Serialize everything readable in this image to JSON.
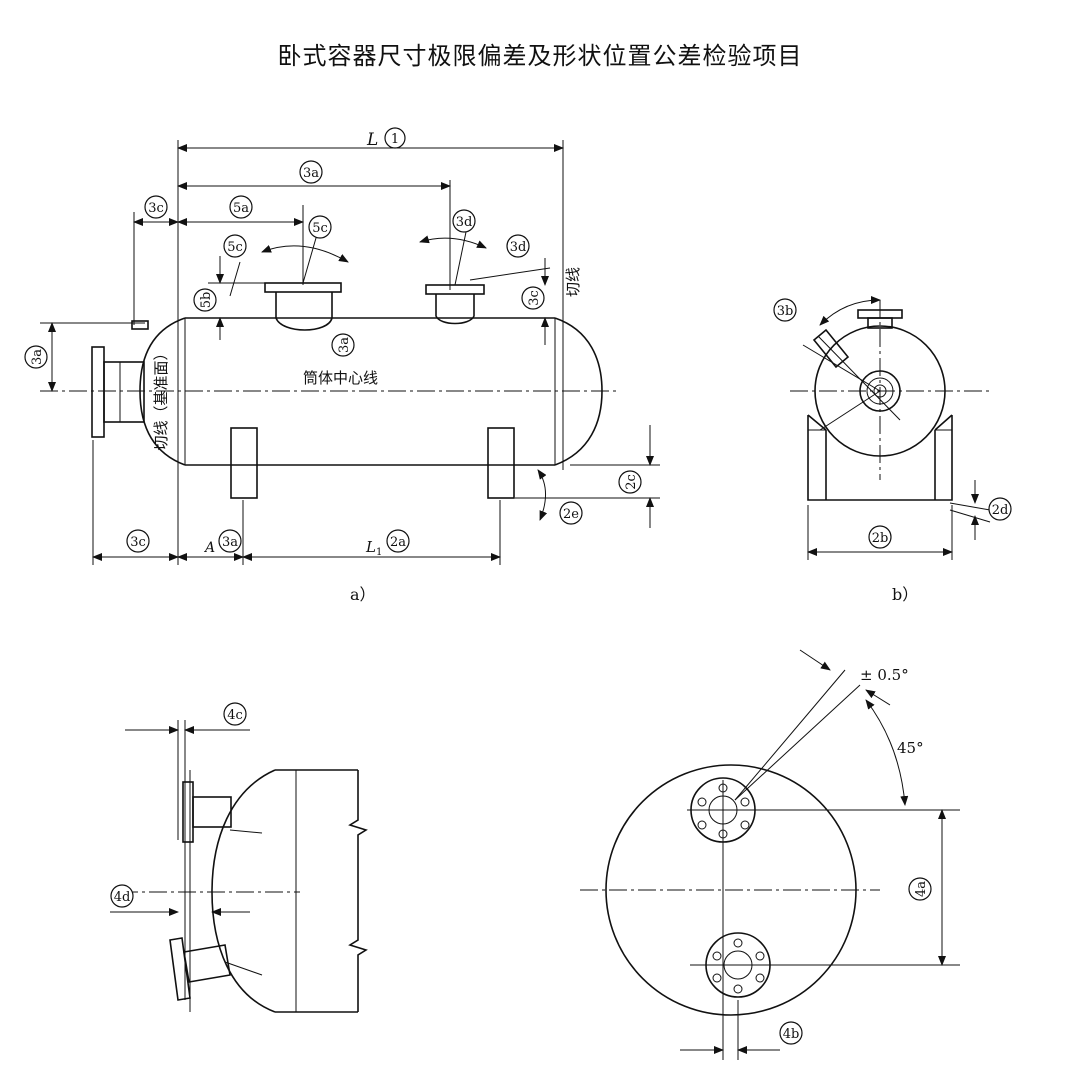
{
  "title": "卧式容器尺寸极限偏差及形状位置公差检验项目",
  "view_a": {
    "caption": "a）",
    "labels": {
      "L": "L",
      "one": "1",
      "three_a": "3a",
      "three_c": "3c",
      "three_d": "3d",
      "five_a": "5a",
      "five_b": "5b",
      "five_c": "5c",
      "two_a": "2a",
      "two_c": "2c",
      "two_e": "2e",
      "L1": "L",
      "L1_sub": "1",
      "A": "A",
      "center_line": "筒体中心线",
      "cut_line_right": "切线",
      "cut_line_left": "切线（基准面）"
    }
  },
  "view_b": {
    "caption": "b）",
    "labels": {
      "three_b": "3b",
      "two_b": "2b",
      "two_d": "2d"
    }
  },
  "view_c": {
    "labels": {
      "four_c": "4c",
      "four_d": "4d"
    }
  },
  "view_d": {
    "labels": {
      "angle_tol": "± 0.5°",
      "angle": "45°",
      "four_a": "4a",
      "four_b": "4b"
    }
  }
}
